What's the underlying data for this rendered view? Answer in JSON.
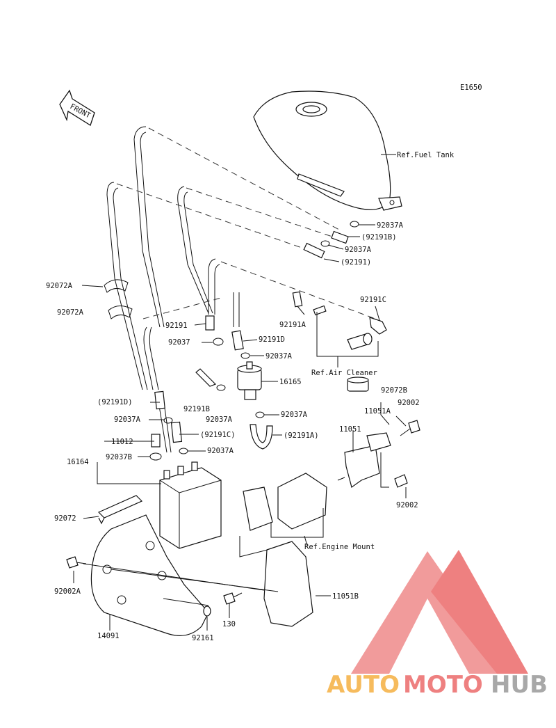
{
  "diagram": {
    "code": "E1650",
    "front_label": "FRONT",
    "refs": {
      "fuel_tank": "Ref.Fuel Tank",
      "air_cleaner": "Ref.Air Cleaner",
      "engine_mount": "Ref.Engine Mount"
    },
    "parts": {
      "p92037A_1": "92037A",
      "p92191B_ref": "(92191B)",
      "p92037A_2": "92037A",
      "p92191_ref": "(92191)",
      "p92072A_1": "92072A",
      "p92072A_2": "92072A",
      "p92191C": "92191C",
      "p92191A": "92191A",
      "p92191": "92191",
      "p92191D": "92191D",
      "p92037": "92037",
      "p92037A_3": "92037A",
      "p16165": "16165",
      "p92191B": "92191B",
      "p92037A_4": "92037A",
      "p92037A_5": "92037A",
      "p92191D_ref": "(92191D)",
      "p92037A_6": "92037A",
      "p92191C_ref": "(92191C)",
      "p92191A_ref": "(92191A)",
      "p11012": "11012",
      "p92037B": "92037B",
      "p92037A_7": "92037A",
      "p16164": "16164",
      "p92072B": "92072B",
      "p11051A": "11051A",
      "p92002_1": "92002",
      "p11051": "11051",
      "p92002_2": "92002",
      "p92072": "92072",
      "p92002A": "92002A",
      "p11051B": "11051B",
      "p130": "130",
      "p14091": "14091",
      "p92161": "92161"
    }
  },
  "watermark": {
    "part1": "AUTO",
    "part2": "MOTO",
    "part3": "HUB",
    "colors": {
      "orange": "#f5b041",
      "red": "#ec6a6a",
      "gray": "#9a9a9a"
    }
  }
}
